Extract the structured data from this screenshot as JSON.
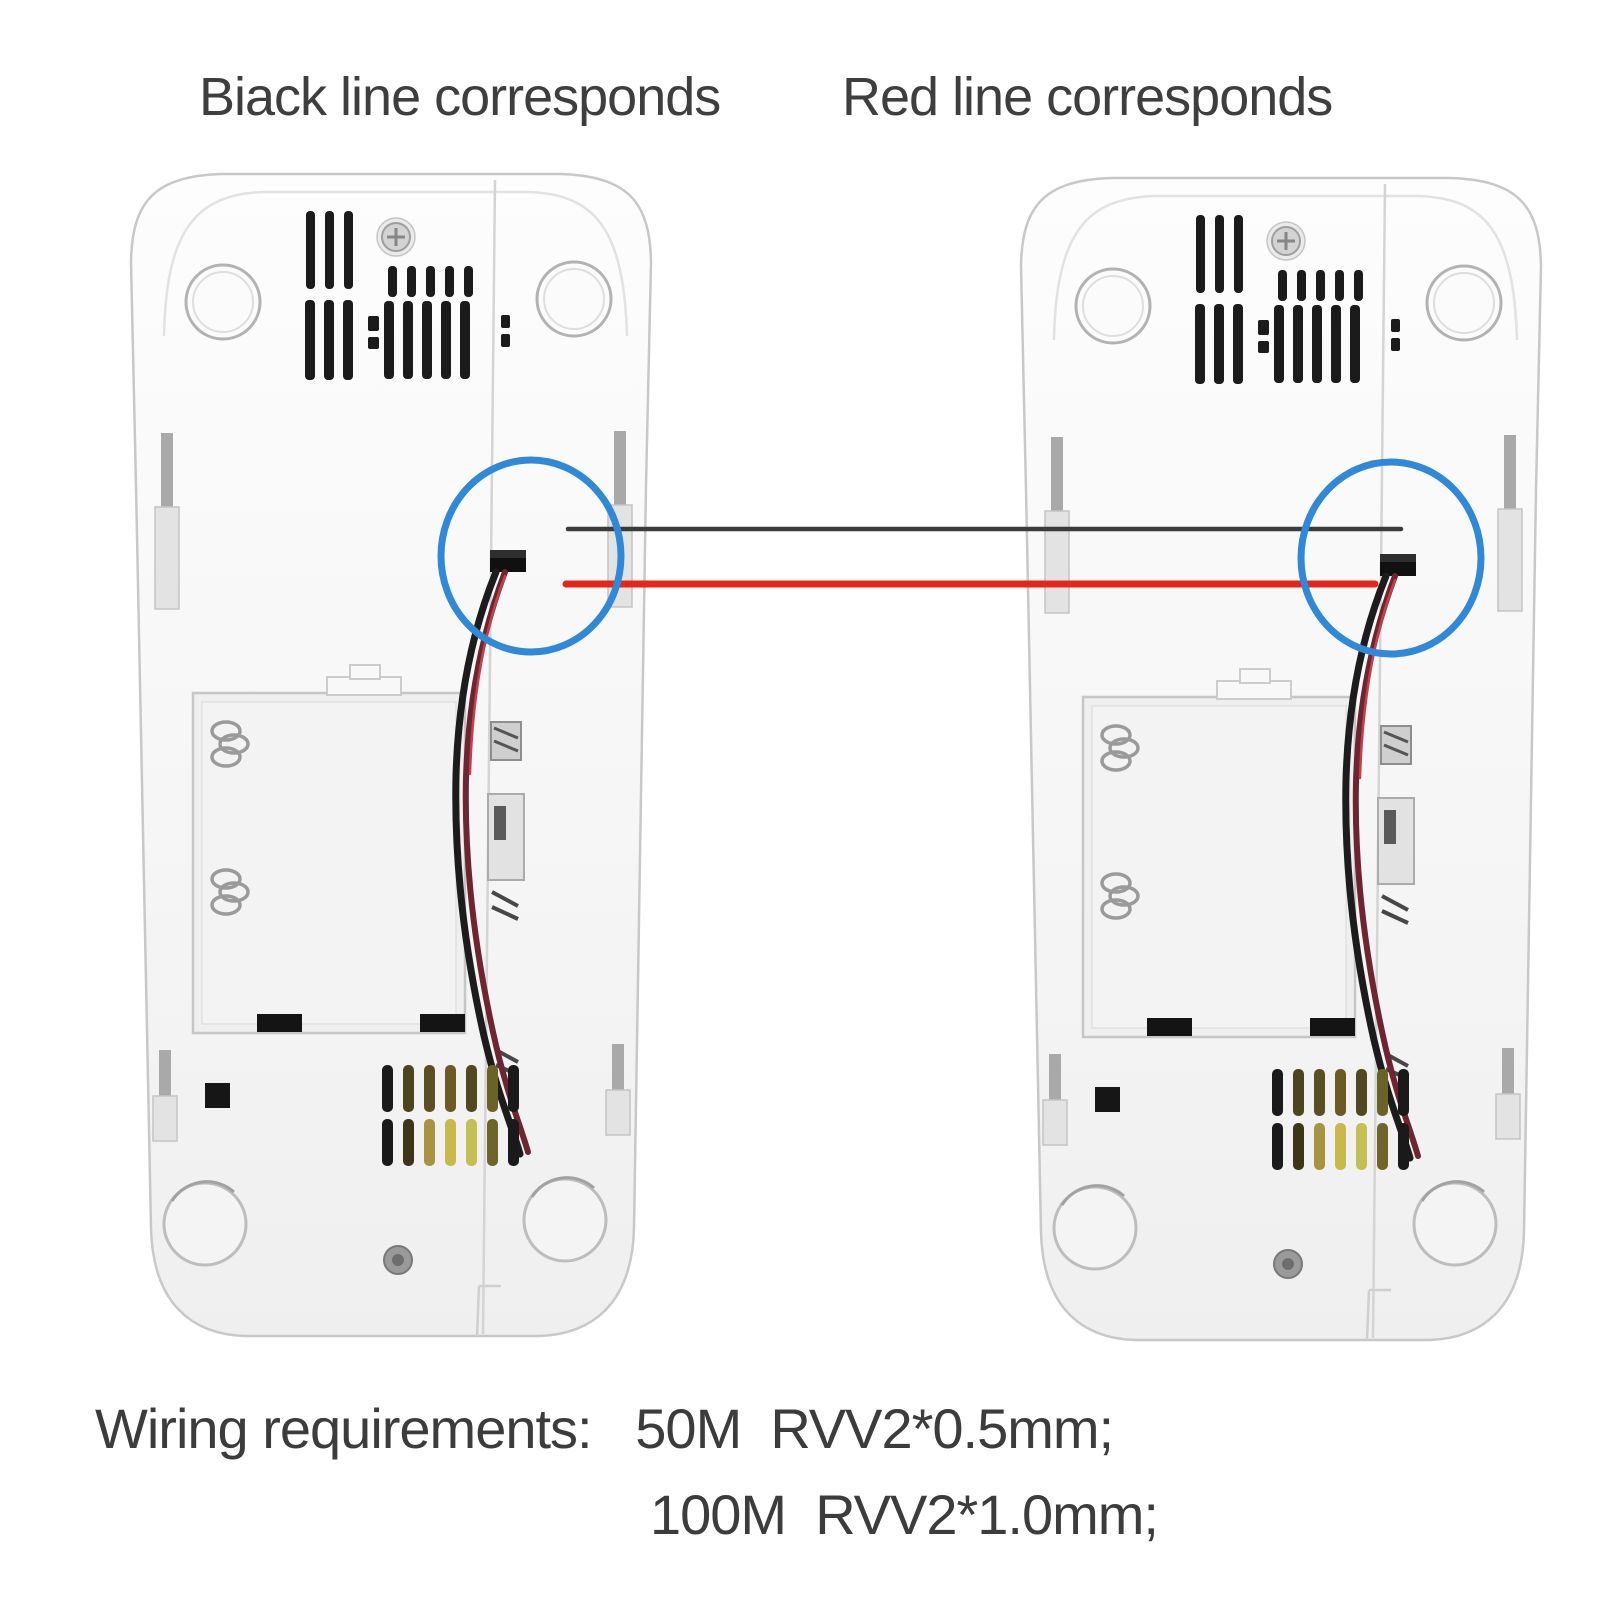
{
  "captions": {
    "black_line": "Biack line corresponds",
    "red_line": "Red line corresponds"
  },
  "wiring_note": {
    "line1": "Wiring requirements:   50M  RVV2*0.5mm;",
    "line2": "100M  RVV2*1.0mm;"
  },
  "colors": {
    "black_connection_line": "#3b3b3b",
    "red_connection_line": "#e5271b",
    "highlight_circle_blue": "#2f89d8",
    "speaker_gold": "#c9b94a"
  }
}
